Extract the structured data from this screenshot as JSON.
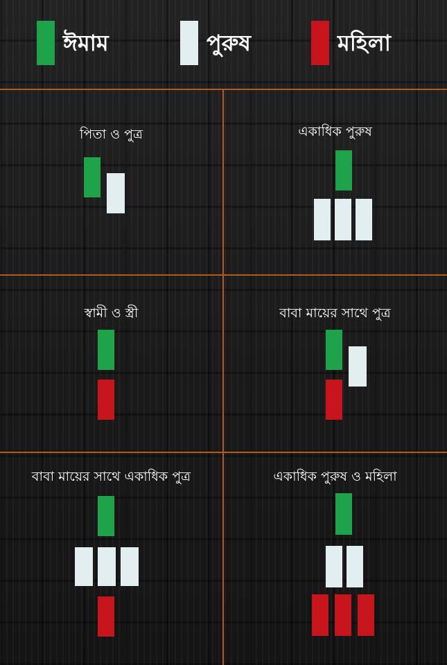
{
  "colors": {
    "imam": "#1fa34a",
    "male": "#e2eef0",
    "female": "#c8141c",
    "divider": "#b35a1e"
  },
  "legend": {
    "imam": "ঈমাম",
    "male": "পুরুষ",
    "female": "মহিলা"
  },
  "panels": [
    {
      "title": "পিতা ও পুত্র"
    },
    {
      "title": "একাধিক পুরুষ"
    },
    {
      "title": "স্বামী ও স্ত্রী"
    },
    {
      "title": "বাবা মায়ের সাথে পুত্র"
    },
    {
      "title": "বাবা মায়ের সাথে একাধিক পুত্র"
    },
    {
      "title": "একাধিক পুরুষ ও মহিলা"
    }
  ]
}
